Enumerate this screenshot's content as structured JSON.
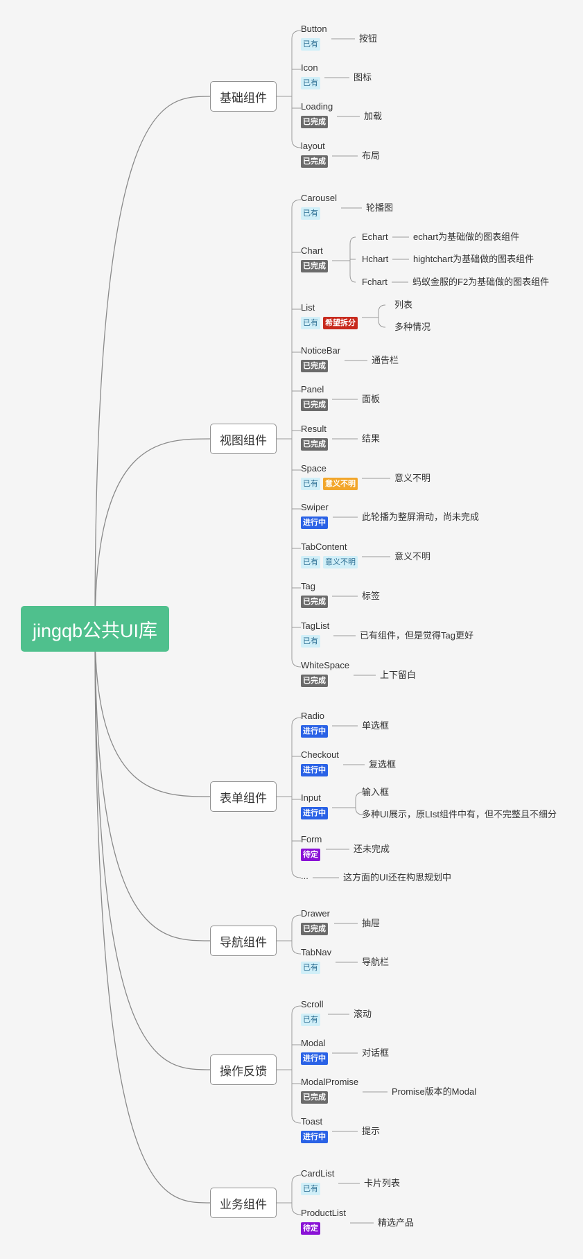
{
  "root": "jingqb公共UI库",
  "tag_styles": {
    "已有": "t-have",
    "已完成": "t-done",
    "进行中": "t-prog",
    "待定": "t-pend",
    "希望拆分": "t-split",
    "意义不明": "t-unclear"
  },
  "categories": [
    {
      "name": "基础组件",
      "items": [
        {
          "name": "Button",
          "tags": [
            "已有"
          ],
          "desc": [
            "按钮"
          ]
        },
        {
          "name": "Icon",
          "tags": [
            "已有"
          ],
          "desc": [
            "图标"
          ]
        },
        {
          "name": "Loading",
          "tags": [
            "已完成"
          ],
          "desc": [
            "加载"
          ]
        },
        {
          "name": "layout",
          "tags": [
            "已完成"
          ],
          "desc": [
            "布局"
          ]
        }
      ]
    },
    {
      "name": "视图组件",
      "items": [
        {
          "name": "Carousel",
          "tags": [
            "已有"
          ],
          "desc": [
            "轮播图"
          ]
        },
        {
          "name": "Chart",
          "tags": [
            "已完成"
          ],
          "desc": [],
          "children": [
            {
              "name": "Echart",
              "desc": "echart为基础做的图表组件"
            },
            {
              "name": "Hchart",
              "desc": "hightchart为基础做的图表组件"
            },
            {
              "name": "Fchart",
              "desc": "蚂蚁金服的F2为基础做的图表组件"
            }
          ]
        },
        {
          "name": "List",
          "tags": [
            "已有",
            "希望拆分"
          ],
          "desc": [
            "列表",
            "多种情况"
          ]
        },
        {
          "name": "NoticeBar",
          "tags": [
            "已完成"
          ],
          "desc": [
            "通告栏"
          ]
        },
        {
          "name": "Panel",
          "tags": [
            "已完成"
          ],
          "desc": [
            "面板"
          ]
        },
        {
          "name": "Result",
          "tags": [
            "已完成"
          ],
          "desc": [
            "结果"
          ]
        },
        {
          "name": "Space",
          "tags": [
            "已有",
            "意义不明"
          ],
          "desc": [
            "意义不明"
          ]
        },
        {
          "name": "Swiper",
          "tags": [
            "进行中"
          ],
          "desc": [
            "此轮播为整屏滑动，尚未完成"
          ]
        },
        {
          "name": "TabContent",
          "tags": [
            "已有",
            "意义不明*"
          ],
          "desc": [
            "意义不明"
          ]
        },
        {
          "name": "Tag",
          "tags": [
            "已完成"
          ],
          "desc": [
            "标签"
          ]
        },
        {
          "name": "TagList",
          "tags": [
            "已有"
          ],
          "desc": [
            "已有组件，但是觉得Tag更好"
          ]
        },
        {
          "name": "WhiteSpace",
          "tags": [
            "已完成"
          ],
          "desc": [
            "上下留白"
          ]
        }
      ]
    },
    {
      "name": "表单组件",
      "items": [
        {
          "name": "Radio",
          "tags": [
            "进行中"
          ],
          "desc": [
            "单选框"
          ]
        },
        {
          "name": "Checkout",
          "tags": [
            "进行中"
          ],
          "desc": [
            "复选框"
          ]
        },
        {
          "name": "Input",
          "tags": [
            "进行中"
          ],
          "desc": [
            "输入框",
            "多种UI展示，原LIst组件中有，但不完整且不细分"
          ]
        },
        {
          "name": "Form",
          "tags": [
            "待定"
          ],
          "desc": [
            "还未完成"
          ]
        },
        {
          "name": "...",
          "tags": [],
          "desc": [
            "这方面的UI还在构思规划中"
          ]
        }
      ]
    },
    {
      "name": "导航组件",
      "items": [
        {
          "name": "Drawer",
          "tags": [
            "已完成"
          ],
          "desc": [
            "抽屉"
          ]
        },
        {
          "name": "TabNav",
          "tags": [
            "已有"
          ],
          "desc": [
            "导航栏"
          ]
        }
      ]
    },
    {
      "name": "操作反馈",
      "items": [
        {
          "name": "Scroll",
          "tags": [
            "已有"
          ],
          "desc": [
            "滚动"
          ]
        },
        {
          "name": "Modal",
          "tags": [
            "进行中"
          ],
          "desc": [
            "对话框"
          ]
        },
        {
          "name": "ModalPromise",
          "tags": [
            "已完成"
          ],
          "desc": [
            "Promise版本的Modal"
          ]
        },
        {
          "name": "Toast",
          "tags": [
            "进行中"
          ],
          "desc": [
            "提示"
          ]
        }
      ]
    },
    {
      "name": "业务组件",
      "items": [
        {
          "name": "CardList",
          "tags": [
            "已有"
          ],
          "desc": [
            "卡片列表"
          ]
        },
        {
          "name": "ProductList",
          "tags": [
            "待定"
          ],
          "desc": [
            "精选产品"
          ]
        }
      ]
    }
  ]
}
